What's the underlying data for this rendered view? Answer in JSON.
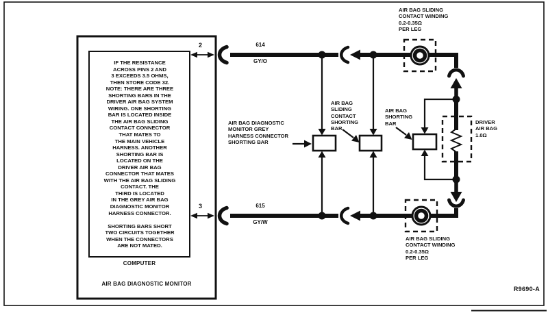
{
  "figure": {
    "ref_code": "R9690-A",
    "monitor": {
      "note": "IF THE RESISTANCE\nACROSS PINS 2 AND\n3 EXCEEDS 3.5 OHMS,\nTHEN STORE CODE 32.\nNOTE: THERE ARE THREE\nSHORTING BARS IN THE\nDRIVER AIR BAG SYSTEM\nWIRING. ONE SHORTING\nBAR IS LOCATED INSIDE\nTHE AIR BAG SLIDING\nCONTACT CONNECTOR\nTHAT MATES TO\nTHE MAIN VEHICLE\nHARNESS. ANOTHER\nSHORTING BAR IS\nLOCATED ON THE\nDRIVER AIR BAG\nCONNECTOR THAT MATES\nWITH THE AIR BAG SLIDING\nCONTACT. THE\nTHIRD IS LOCATED\nIN THE GREY AIR BAG\nDIAGNOSTIC MONITOR\nHARNESS CONNECTOR.\n\nSHORTING BARS SHORT\nTWO CIRCUITS TOGETHER\nWHEN THE CONNECTORS\nARE NOT MATED.",
      "computer_label": "COMPUTER",
      "name_label": "AIR BAG DIAGNOSTIC MONITOR",
      "pin_top": "2",
      "pin_bottom": "3"
    },
    "wire_top": {
      "circuit": "614",
      "color_code": "GY/O"
    },
    "wire_bottom": {
      "circuit": "615",
      "color_code": "GY/W"
    },
    "winding_top_label": "AIR BAG SLIDING\nCONTACT WINDING\n0.2-0.35Ω\nPER LEG",
    "winding_bottom_label": "AIR BAG SLIDING\nCONTACT WINDING\n0.2-0.35Ω\nPER LEG",
    "driver_airbag_label": "DRIVER\nAIR BAG\n1.0Ω",
    "shorting_bar_monitor_label": "AIR BAG DIAGNOSTIC\nMONITOR GREY\nHARNESS CONNECTOR\nSHORTING BAR",
    "shorting_bar_sliding_label": "AIR BAG\nSLIDING\nCONTACT\nSHORTING\nBAR",
    "shorting_bar_airbag_label": "AIR BAG\nSHORTING\nBAR"
  },
  "colors": {
    "ink": "#111111",
    "paper": "#ffffff"
  }
}
